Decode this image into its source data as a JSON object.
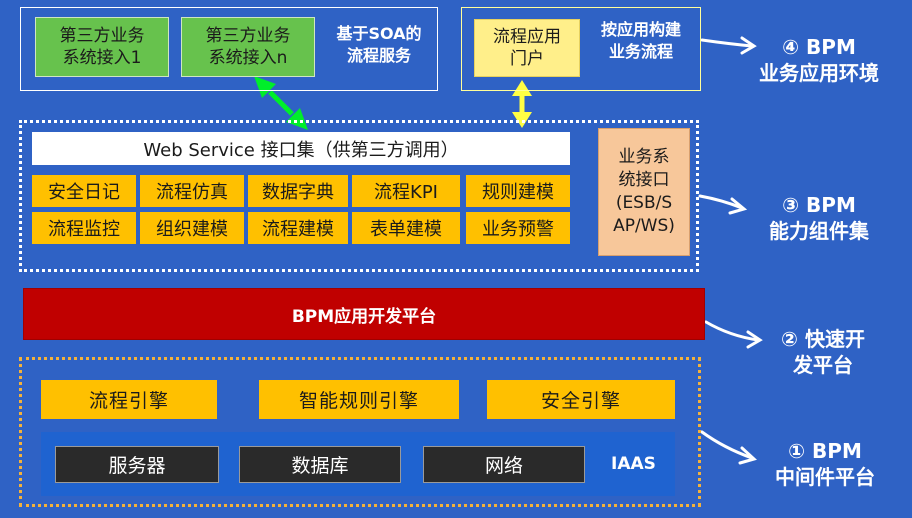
{
  "top": {
    "soa": {
      "box1": [
        "第三方业务",
        "系统接入1"
      ],
      "box2": [
        "第三方业务",
        "系统接入n"
      ],
      "title": [
        "基于SOA的",
        "流程服务"
      ]
    },
    "portal": {
      "box": [
        "流程应用",
        "门户"
      ],
      "title": [
        "按应用构建",
        "业务流程"
      ]
    }
  },
  "components": {
    "ws_bar": "Web Service 接口集（供第三方调用）",
    "cells_row1": [
      "安全日记",
      "流程仿真",
      "数据字典",
      "流程KPI",
      "规则建模"
    ],
    "cells_row2": [
      "流程监控",
      "组织建模",
      "流程建模",
      "表单建模",
      "业务预警"
    ],
    "interface_box": [
      "业务系",
      "统接口",
      "(ESB/S",
      "AP/WS)"
    ]
  },
  "platform": {
    "bar": "BPM应用开发平台"
  },
  "middleware": {
    "engines": [
      "流程引擎",
      "智能规则引擎",
      "安全引擎"
    ],
    "infra": [
      "服务器",
      "数据库",
      "网络"
    ],
    "iaas": "IAAS"
  },
  "side_labels": {
    "l4": [
      "④ BPM",
      "业务应用环境"
    ],
    "l3": [
      "③ BPM",
      "能力组件集"
    ],
    "l2": [
      "② 快速开",
      "发平台"
    ],
    "l1": [
      "① BPM",
      "中间件平台"
    ]
  },
  "colors": {
    "background": "#2f62c5",
    "green": "#67c24d",
    "orange": "#ffc000",
    "red": "#c00000",
    "peach": "#f7c79a",
    "light_yellow": "#ffef8a"
  }
}
